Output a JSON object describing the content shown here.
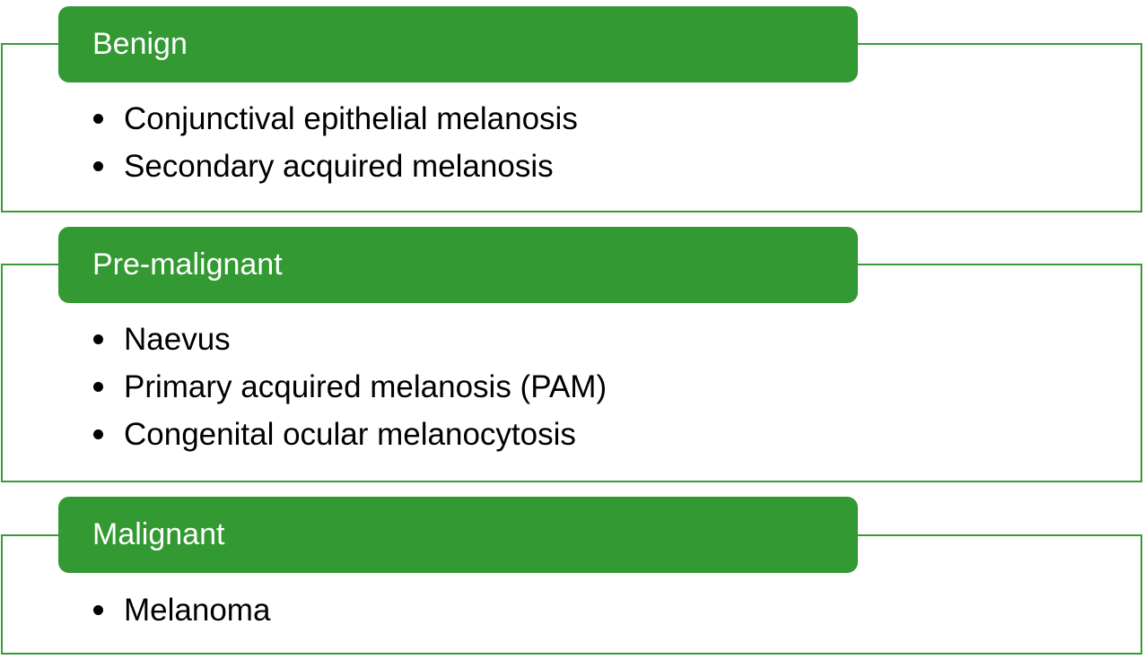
{
  "accent_color": "#339933",
  "border_color": "#3a9a3a",
  "groups": [
    {
      "title": "Benign",
      "items": [
        "Conjunctival epithelial melanosis",
        "Secondary acquired melanosis"
      ]
    },
    {
      "title": "Pre-malignant",
      "items": [
        "Naevus",
        "Primary acquired melanosis (PAM)",
        "Congenital ocular melanocytosis"
      ]
    },
    {
      "title": "Malignant",
      "items": [
        "Melanoma"
      ]
    }
  ]
}
